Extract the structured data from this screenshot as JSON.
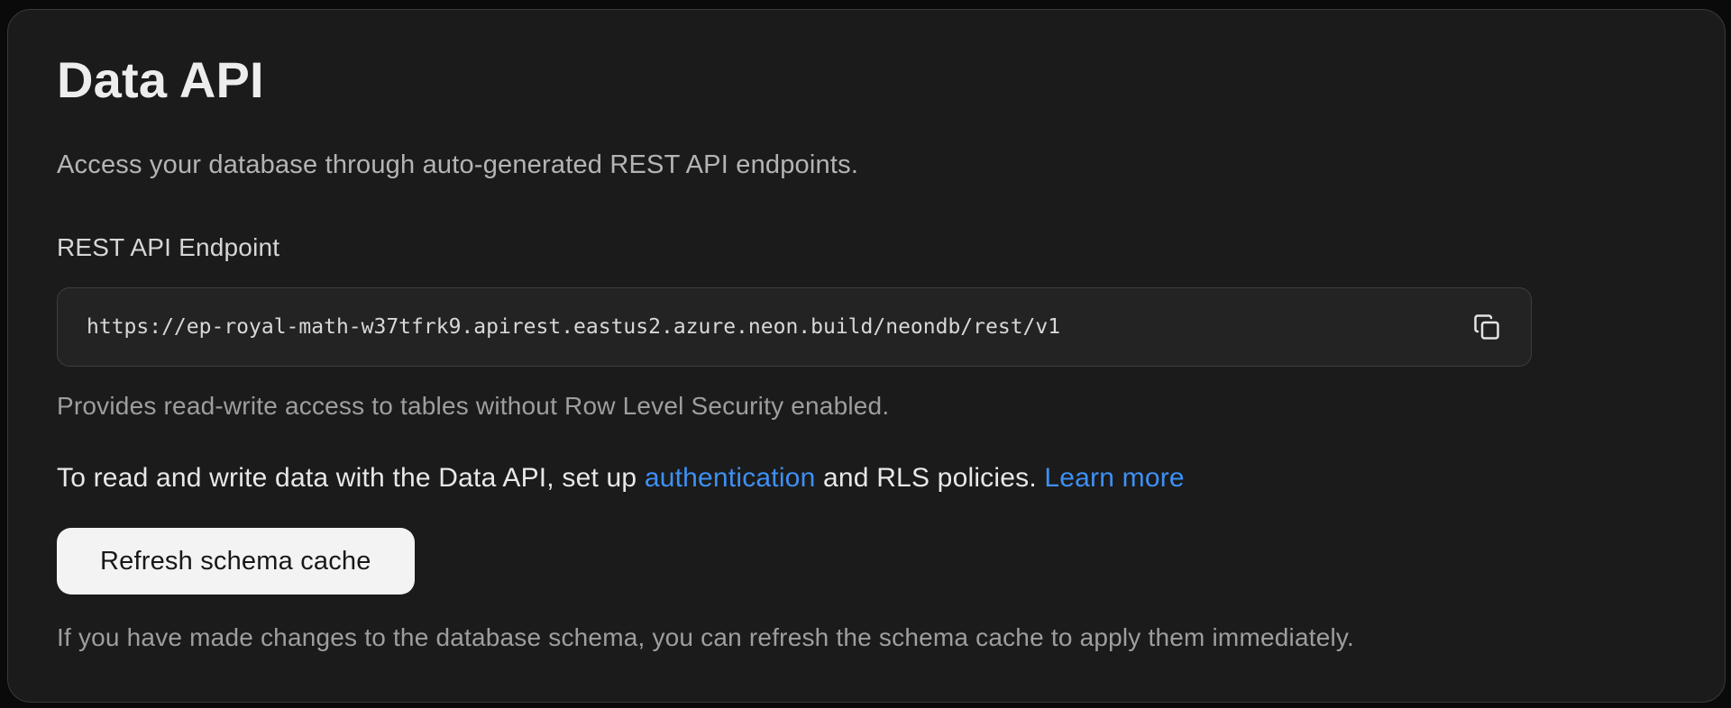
{
  "panel": {
    "title": "Data API",
    "description": "Access your database through auto-generated REST API endpoints.",
    "endpoint": {
      "label": "REST API Endpoint",
      "url": "https://ep-royal-math-w37tfrk9.apirest.eastus2.azure.neon.build/neondb/rest/v1",
      "copy_icon": "copy-icon",
      "helper": "Provides read-write access to tables without Row Level Security enabled."
    },
    "auth_note": {
      "text_before": "To read and write data with the Data API, set up ",
      "authentication_link": "authentication",
      "text_middle": " and RLS policies. ",
      "learn_more_link": "Learn more"
    },
    "refresh": {
      "button_label": "Refresh schema cache",
      "helper": "If you have made changes to the database schema, you can refresh the schema cache to apply them immediately."
    }
  },
  "colors": {
    "page_background": "#0a0a0a",
    "card_background": "#1b1b1b",
    "card_border": "#3a3a3a",
    "field_background": "#232323",
    "link_blue": "#3e90f4",
    "button_background": "#f3f3f3",
    "button_text": "#181818",
    "muted_text": "#9e9e9e"
  }
}
